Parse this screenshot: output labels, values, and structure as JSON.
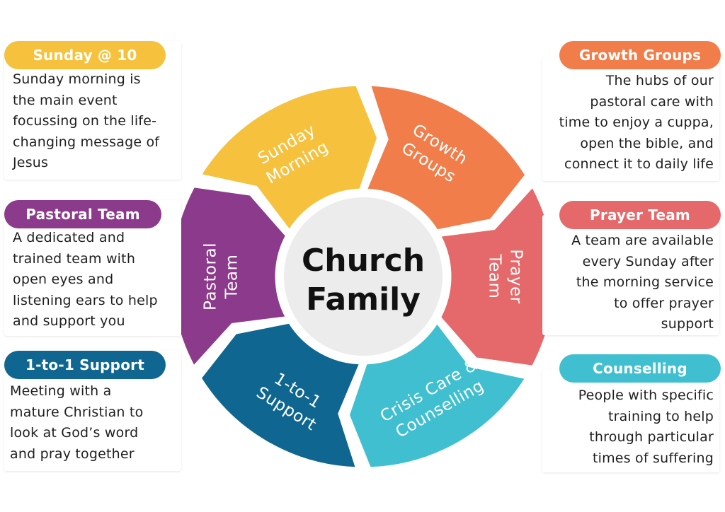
{
  "center": {
    "line1": "Church",
    "line2": "Family"
  },
  "segments": {
    "sunday": {
      "line1": "Sunday",
      "line2": "Morning",
      "color": "#f6c13c"
    },
    "growth": {
      "line1": "Growth",
      "line2": "Groups",
      "color": "#f07d4a"
    },
    "prayer": {
      "line1": "Prayer",
      "line2": "Team",
      "color": "#e5686a"
    },
    "crisis": {
      "line1": "Crisis Care &",
      "line2": "Counselling",
      "color": "#3fbfcf"
    },
    "support": {
      "line1": "1-to-1",
      "line2": "Support",
      "color": "#0f6690"
    },
    "pastoral": {
      "line1": "Pastoral",
      "line2": "Team",
      "color": "#8c3a8b"
    }
  },
  "cards": {
    "sunday": {
      "title": "Sunday @ 10",
      "color": "#f6c13c",
      "text": "Sunday morning is\nthe main event\nfocussing on the life-\nchanging message of\nJesus"
    },
    "pastoral": {
      "title": "Pastoral Team",
      "color": "#8c3a8b",
      "text": "A dedicated and\ntrained team with\nopen eyes and\nlistening ears to help\nand support you"
    },
    "support": {
      "title": "1-to-1 Support",
      "color": "#0f6690",
      "text": "Meeting with a\nmature Christian to\nlook at God’s word\nand pray together"
    },
    "growth": {
      "title": "Growth Groups",
      "color": "#f07d4a",
      "text": "The hubs of our\npastoral care with\ntime to enjoy a cuppa,\nopen the bible, and\nconnect it to daily life"
    },
    "prayer": {
      "title": "Prayer Team",
      "color": "#e5686a",
      "text": "A team are available\nevery Sunday after\nthe morning service\nto offer prayer\nsupport"
    },
    "counselling": {
      "title": "Counselling",
      "color": "#3fbfcf",
      "text": "People with specific\ntraining to help\nthrough particular\ntimes of suffering"
    }
  }
}
